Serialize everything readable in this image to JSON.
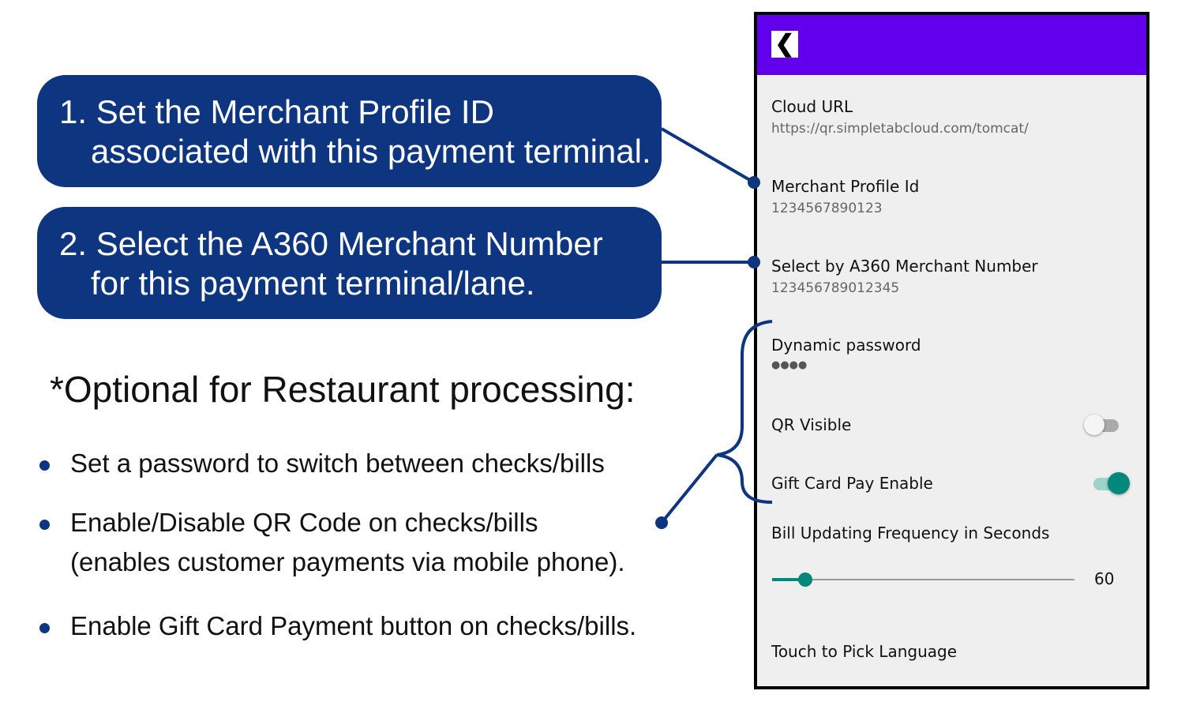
{
  "callouts": [
    {
      "line1": "1. Set the Merchant Profile ID",
      "line2": "associated with this payment terminal."
    },
    {
      "line1": "2. Select the A360 Merchant Number",
      "line2": "for this payment terminal/lane."
    }
  ],
  "optional_heading": "*Optional for Restaurant processing:",
  "bullets": [
    {
      "line1": "Set a password to switch between checks/bills"
    },
    {
      "line1": "Enable/Disable QR Code on checks/bills",
      "line2": "(enables customer payments via mobile phone)."
    },
    {
      "line1": "Enable Gift Card Payment button on checks/bills."
    }
  ],
  "app": {
    "header_color": "#6200ee",
    "back_icon": "chevron-left-icon",
    "back_glyph": "❮",
    "prefs": [
      {
        "title": "Cloud URL",
        "summary": "https://qr.simpletabcloud.com/tomcat/"
      },
      {
        "title": "Merchant Profile Id",
        "summary": "1234567890123"
      },
      {
        "title": "Select by A360 Merchant Number",
        "summary": "123456789012345"
      },
      {
        "title": "Dynamic password",
        "summary": "●●●●"
      },
      {
        "title": "QR Visible",
        "checked": false
      },
      {
        "title": "Gift Card Pay Enable",
        "checked": true
      },
      {
        "title": "Bill Updating Frequency in Seconds",
        "value": "60",
        "fill_fraction": 0.11
      },
      {
        "title": "Touch to Pick Language"
      }
    ],
    "accent": "#00897b"
  },
  "annotation_color": "#0d3580"
}
